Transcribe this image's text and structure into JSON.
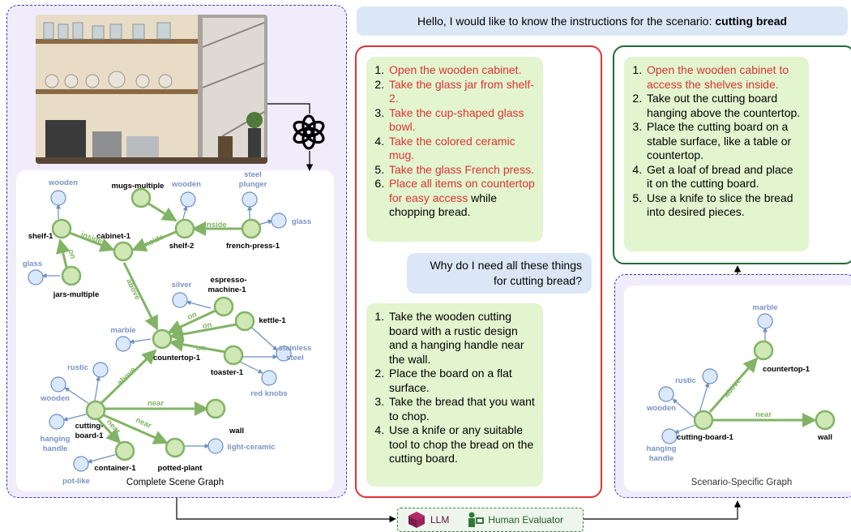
{
  "question": {
    "prefix": "Hello, I would like to know the instructions for the scenario:",
    "scenario": "cutting bread"
  },
  "complete_graph": {
    "caption": "Complete Scene Graph",
    "nodes": {
      "cabinet": "cabinet-1",
      "shelf1": "shelf-1",
      "shelf2": "shelf-2",
      "mugs": "mugs-multiple",
      "jars": "jars-multiple",
      "french_press": "french-press-1",
      "espresso1": "espresso-",
      "espresso2": "machine-1",
      "kettle": "kettle-1",
      "countertop": "countertop-1",
      "toaster": "toaster-1",
      "cutting1": "cutting-",
      "cutting2": "board-1",
      "container": "container-1",
      "potted": "potted-plant",
      "wall": "wall"
    },
    "attrs": {
      "wooden_shelf1": "wooden",
      "wooden_shelf2": "wooden",
      "steel1": "steel",
      "steel2": "plunger",
      "glass_fp": "glass",
      "glass_jars": "glass",
      "silver": "silver",
      "marble": "marble",
      "stainless1": "stainless",
      "stainless2": "steel",
      "red_knobs": "red knobs",
      "rustic": "rustic",
      "wooden_cb": "wooden",
      "hanging1": "hanging",
      "hanging2": "handle",
      "light_ceramic": "light-ceramic",
      "pot_like": "pot-like"
    },
    "edges": {
      "inside1": "inside",
      "inside2": "inside",
      "inside3": "inside",
      "on_jars": "on",
      "above_cab": "above",
      "on1": "on",
      "on2": "on",
      "on3": "on",
      "above_cb": "above",
      "near1": "near",
      "near2": "near",
      "near3": "near"
    }
  },
  "assistant_initial": {
    "steps": [
      {
        "text": "Open the wooden cabinet.",
        "highlight": true
      },
      {
        "text": "Take the glass jar from shelf-2.",
        "highlight": true
      },
      {
        "text": "Take the cup-shaped glass bowl.",
        "highlight": true
      },
      {
        "text": "Take the colored ceramic mug.",
        "highlight": true
      },
      {
        "text": "Take the glass French press.",
        "highlight": true
      },
      {
        "text_red": "Place all items on countertop for easy access",
        "text_black": "while chopping bread."
      }
    ]
  },
  "user_followup": "Why do I need all these things for cutting bread?",
  "assistant_revised": {
    "steps": [
      "Take the wooden cutting board with a rustic design and a hanging handle near the wall.",
      "Place the board on a flat surface.",
      "Take the bread that you want to chop.",
      "Use a knife or any suitable tool to chop the bread on the cutting board."
    ]
  },
  "final_instructions": {
    "steps": [
      {
        "text": "Open the wooden cabinet to access the shelves inside.",
        "highlight": true
      },
      {
        "text": "Take out the cutting board hanging above the countertop.",
        "highlight": false
      },
      {
        "text": "Place the cutting board on a stable surface, like a table or countertop.",
        "highlight": false
      },
      {
        "text": "Get a loaf of bread and place it on the cutting board.",
        "highlight": false
      },
      {
        "text": "Use a knife to slice the bread into desired pieces.",
        "highlight": false
      }
    ]
  },
  "specific_graph": {
    "caption": "Scenario-Specific Graph",
    "nodes": {
      "countertop": "countertop-1",
      "cutting": "cutting-board-1",
      "wall": "wall"
    },
    "attrs": {
      "marble": "marble",
      "rustic": "rustic",
      "wooden": "wooden",
      "hanging1": "hanging",
      "hanging2": "handle"
    },
    "edges": {
      "above": "above",
      "near": "near"
    }
  },
  "evaluator": {
    "llm": "LLM",
    "human": "Human Evaluator"
  },
  "colors": {
    "node_fill": "#cfe8b5",
    "node_stroke": "#82b366",
    "attr_fill": "#dae8fc",
    "attr_stroke": "#6c8ebf",
    "attr_text": "#7a93c4",
    "edge_green": "#82b366",
    "highlight_red": "#e03232",
    "bubble_green": "#e2f5cf",
    "bubble_blue": "#dbe7f7",
    "panel_purple": "#f1ecfb"
  }
}
